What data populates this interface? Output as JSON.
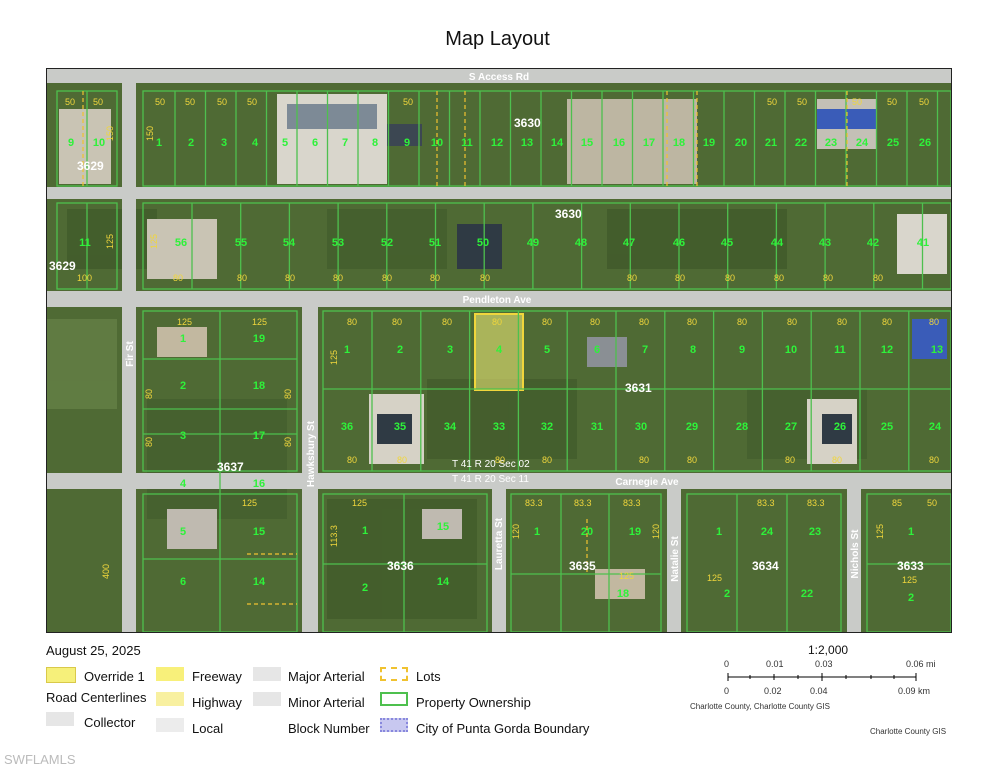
{
  "title": "Map Layout",
  "date": "August 25, 2025",
  "roads": {
    "access_rd": "S Access Rd",
    "pendleton": "Pendleton Ave",
    "carnegie": "Carnegie Ave",
    "fir": "Fir St",
    "hawksbury": "Hawksbury St",
    "lauretta": "Lauretta St",
    "natalie": "Natalie St",
    "nichols": "Nichols St"
  },
  "blocks": [
    "3630",
    "3629",
    "3630",
    "3629",
    "3631",
    "3637",
    "3636",
    "3635",
    "3634",
    "3633"
  ],
  "trs": [
    "T 41 R 20 Sec 02",
    "T 41 R 20 Sec 11"
  ],
  "lots_row1": [
    "9",
    "10",
    "1",
    "2",
    "3",
    "4",
    "5",
    "6",
    "7",
    "8",
    "9",
    "10",
    "11",
    "12",
    "13",
    "14",
    "15",
    "16",
    "17",
    "18",
    "19",
    "20",
    "21",
    "22",
    "23",
    "24",
    "25",
    "26"
  ],
  "lots_row2": [
    "11",
    "56",
    "55",
    "54",
    "53",
    "52",
    "51",
    "50",
    "49",
    "48",
    "47",
    "46",
    "45",
    "44",
    "43",
    "42",
    "41"
  ],
  "lots_row3": [
    "1",
    "19",
    "1",
    "2",
    "3",
    "4",
    "5",
    "6",
    "7",
    "8",
    "9",
    "10",
    "11",
    "12",
    "13"
  ],
  "lots_row4": [
    "2",
    "18",
    "3",
    "17",
    "4",
    "16",
    "5",
    "15",
    "6",
    "14",
    "36",
    "35",
    "34",
    "33",
    "32",
    "31",
    "30",
    "29",
    "28",
    "27",
    "26",
    "25",
    "24"
  ],
  "lots_row5": [
    "1",
    "15",
    "2",
    "14",
    "1",
    "20",
    "19",
    "18",
    "1",
    "24",
    "23",
    "2",
    "22",
    "1",
    "2"
  ],
  "dims": {
    "d50": "50",
    "d80": "80",
    "d100": "100",
    "d125": "125",
    "d150": "150",
    "d83": "83.3",
    "d85": "85",
    "d120": "120",
    "d400": "400",
    "d113": "113.3"
  },
  "legend": {
    "override": "Override 1",
    "road_centerlines": "Road Centerlines",
    "collector": "Collector",
    "freeway": "Freeway",
    "highway": "Highway",
    "local": "Local",
    "major_arterial": "Major Arterial",
    "minor_arterial": "Minor Arterial",
    "block_number": "Block Number",
    "lots": "Lots",
    "property_ownership": "Property Ownership",
    "boundary": "City of Punta Gorda Boundary"
  },
  "scale": {
    "ratio": "1:2,000",
    "mi_ticks": [
      "0",
      "0.01",
      "0.03",
      "0.06 mi"
    ],
    "km_ticks": [
      "0",
      "0.02",
      "0.04",
      "0.09 km"
    ],
    "credit_left": "Charlotte County, Charlotte County GIS",
    "credit_right": "Charlotte County GIS"
  },
  "watermark": "SWFLAMLS",
  "colors": {
    "override": "#f6f07a",
    "freeway": "#f8f07a",
    "highway": "#f8f0a0",
    "arterial": "#e6e6e6",
    "lots": "#f0c230",
    "ownership": "#4ec04e",
    "boundary": "#8888dd"
  }
}
